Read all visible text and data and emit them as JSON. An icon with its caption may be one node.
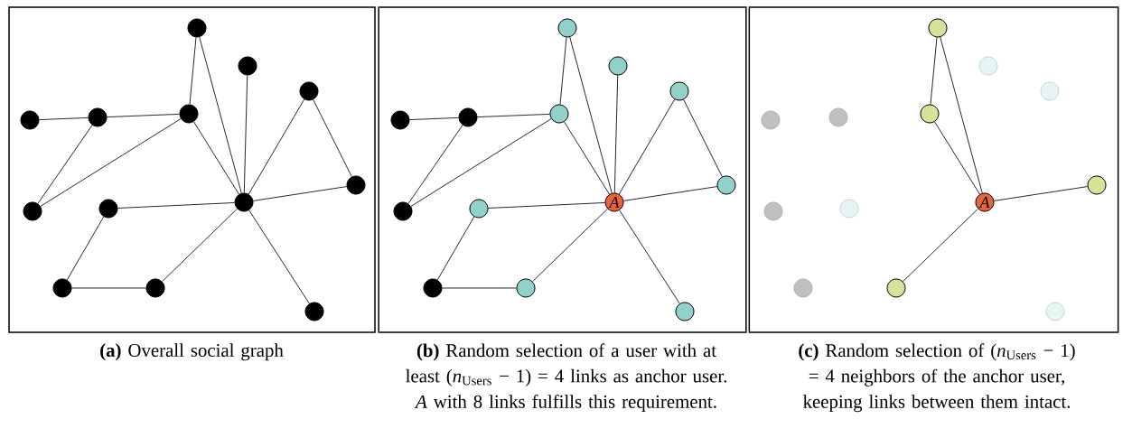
{
  "diagram": {
    "nodes": [
      {
        "text": [
          "**(a)** Overall social graph"
        ]
      },
      {
        "text": [
          "**(b)** Random selection of a user with at least (*n*$_{Users}$ − 1) = 4 links as anchor user. *A* with 8 links fulfills this requirement."
        ]
      },
      {
        "text": [
          "**(c)** Random selection of (*n*$_{Users}$ − 1) = 4 neighbors of the anchor user, keeping links between them intact."
        ]
      },
      {
        "text": [],
        "shape": "circle",
        "in": 0
      },
      {
        "text": [],
        "shape": "circle",
        "in": 0
      },
      {
        "text": [],
        "shape": "circle",
        "in": 0
      },
      {
        "text": [],
        "shape": "circle",
        "in": 0
      },
      {
        "text": [],
        "shape": "circle",
        "in": 0
      },
      {
        "text": [],
        "shape": "circle",
        "in": 0
      },
      {
        "text": [],
        "shape": "circle",
        "in": 0
      },
      {
        "text": [],
        "shape": "circle",
        "in": 0
      },
      {
        "text": [],
        "shape": "circle",
        "in": 0
      },
      {
        "text": [],
        "shape": "circle",
        "in": 0
      },
      {
        "text": [],
        "shape": "circle",
        "in": 0
      },
      {
        "text": [],
        "shape": "circle",
        "in": 0
      },
      {
        "text": [],
        "shape": "circle",
        "in": 0
      },
      {
        "text": [],
        "shape": "circle",
        "in": 1
      },
      {
        "text": [],
        "shape": "circle",
        "in": 1
      },
      {
        "text": [],
        "shape": "circle",
        "in": 1
      },
      {
        "text": [],
        "shape": "circle",
        "in": 1
      },
      {
        "text": [],
        "shape": "circle",
        "in": 1
      },
      {
        "text": [],
        "shape": "circle",
        "in": 1
      },
      {
        "text": [],
        "shape": "circle",
        "in": 1
      },
      {
        "text": [
          "A"
        ],
        "in": 1
      },
      {
        "text": [],
        "shape": "circle",
        "in": 1
      },
      {
        "text": [],
        "shape": "circle",
        "in": 1
      },
      {
        "text": [],
        "shape": "circle",
        "in": 1
      },
      {
        "text": [],
        "shape": "circle",
        "in": 1
      },
      {
        "text": [],
        "shape": "circle",
        "in": 1
      },
      {
        "text": [],
        "shape": "circle",
        "in": 2
      },
      {
        "text": [],
        "shape": "circle",
        "in": 2
      },
      {
        "text": [],
        "shape": "circle",
        "in": 2
      },
      {
        "text": [],
        "shape": "circle",
        "in": 2
      },
      {
        "text": [],
        "shape": "circle",
        "in": 2
      },
      {
        "text": [],
        "shape": "circle",
        "in": 2
      },
      {
        "text": [],
        "shape": "circle",
        "in": 2
      },
      {
        "text": [
          "A"
        ],
        "in": 2
      },
      {
        "text": [],
        "shape": "circle",
        "in": 2
      },
      {
        "text": [],
        "shape": "circle",
        "in": 2
      },
      {
        "text": [],
        "shape": "circle",
        "in": 2
      },
      {
        "text": [],
        "shape": "circle",
        "in": 2
      },
      {
        "text": [],
        "shape": "circle",
        "in": 2
      }
    ],
    "edges": [
      {
        "from": 3,
        "to": 8,
        "arrow": "none"
      },
      {
        "from": 3,
        "to": 10,
        "arrow": "none"
      },
      {
        "from": 4,
        "to": 10,
        "arrow": "none"
      },
      {
        "from": 5,
        "to": 10,
        "arrow": "none"
      },
      {
        "from": 5,
        "to": 9,
        "arrow": "none"
      },
      {
        "from": 6,
        "to": 7,
        "arrow": "none"
      },
      {
        "from": 7,
        "to": 8,
        "arrow": "none"
      },
      {
        "from": 7,
        "to": 11,
        "arrow": "none"
      },
      {
        "from": 8,
        "to": 11,
        "arrow": "none"
      },
      {
        "from": 8,
        "to": 10,
        "arrow": "none"
      },
      {
        "from": 9,
        "to": 10,
        "arrow": "none"
      },
      {
        "from": 12,
        "to": 10,
        "arrow": "none"
      },
      {
        "from": 12,
        "to": 13,
        "arrow": "none"
      },
      {
        "from": 13,
        "to": 14,
        "arrow": "none"
      },
      {
        "from": 14,
        "to": 10,
        "arrow": "none"
      },
      {
        "from": 15,
        "to": 10,
        "arrow": "none"
      },
      {
        "from": 16,
        "to": 21,
        "arrow": "none"
      },
      {
        "from": 16,
        "to": 23,
        "arrow": "none"
      },
      {
        "from": 17,
        "to": 23,
        "arrow": "none"
      },
      {
        "from": 18,
        "to": 23,
        "arrow": "none"
      },
      {
        "from": 18,
        "to": 22,
        "arrow": "none"
      },
      {
        "from": 19,
        "to": 20,
        "arrow": "none"
      },
      {
        "from": 20,
        "to": 21,
        "arrow": "none"
      },
      {
        "from": 20,
        "to": 24,
        "arrow": "none"
      },
      {
        "from": 21,
        "to": 24,
        "arrow": "none"
      },
      {
        "from": 21,
        "to": 23,
        "arrow": "none"
      },
      {
        "from": 22,
        "to": 23,
        "arrow": "none"
      },
      {
        "from": 25,
        "to": 23,
        "arrow": "none"
      },
      {
        "from": 25,
        "to": 26,
        "arrow": "none"
      },
      {
        "from": 26,
        "to": 27,
        "arrow": "none"
      },
      {
        "from": 27,
        "to": 23,
        "arrow": "none"
      },
      {
        "from": 28,
        "to": 23,
        "arrow": "none"
      },
      {
        "from": 29,
        "to": 34,
        "arrow": "none"
      },
      {
        "from": 29,
        "to": 36,
        "arrow": "none"
      },
      {
        "from": 34,
        "to": 36,
        "arrow": "none"
      },
      {
        "from": 35,
        "to": 36,
        "arrow": "none"
      },
      {
        "from": 40,
        "to": 36,
        "arrow": "none"
      }
    ]
  }
}
